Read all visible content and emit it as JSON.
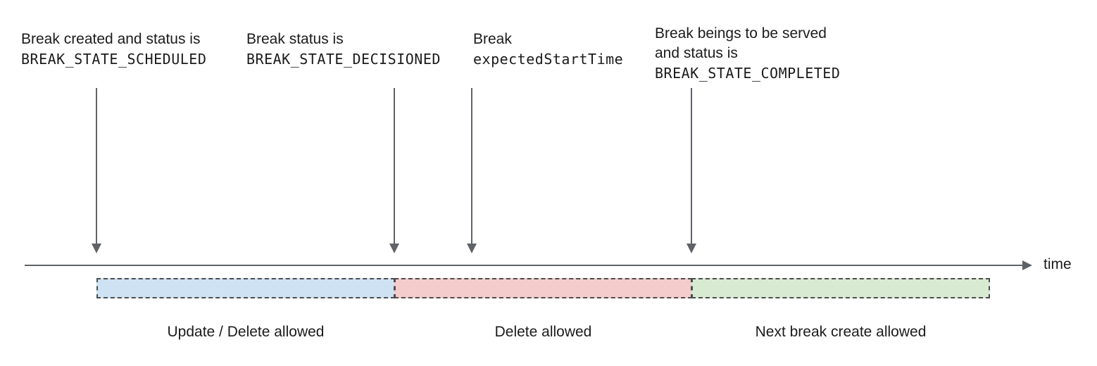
{
  "annotations": [
    {
      "line1": "Break created and status is",
      "line2": "BREAK_STATE_SCHEDULED"
    },
    {
      "line1": "Break status is",
      "line2": "BREAK_STATE_DECISIONED"
    },
    {
      "line1": "Break",
      "line2": "expectedStartTime"
    },
    {
      "line1": "Break beings to be served",
      "line2": "and status is",
      "line3": "BREAK_STATE_COMPLETED"
    }
  ],
  "timeline": {
    "axis_label": "time"
  },
  "segments": [
    {
      "label": "Update / Delete allowed",
      "color": "#cfe2f3"
    },
    {
      "label": "Delete allowed",
      "color": "#f4cccc"
    },
    {
      "label": "Next break create allowed",
      "color": "#d9ead3"
    }
  ],
  "colors": {
    "arrow": "#5f6368",
    "text": "#1b1b1b",
    "segment_border": "#4d4d4d"
  }
}
